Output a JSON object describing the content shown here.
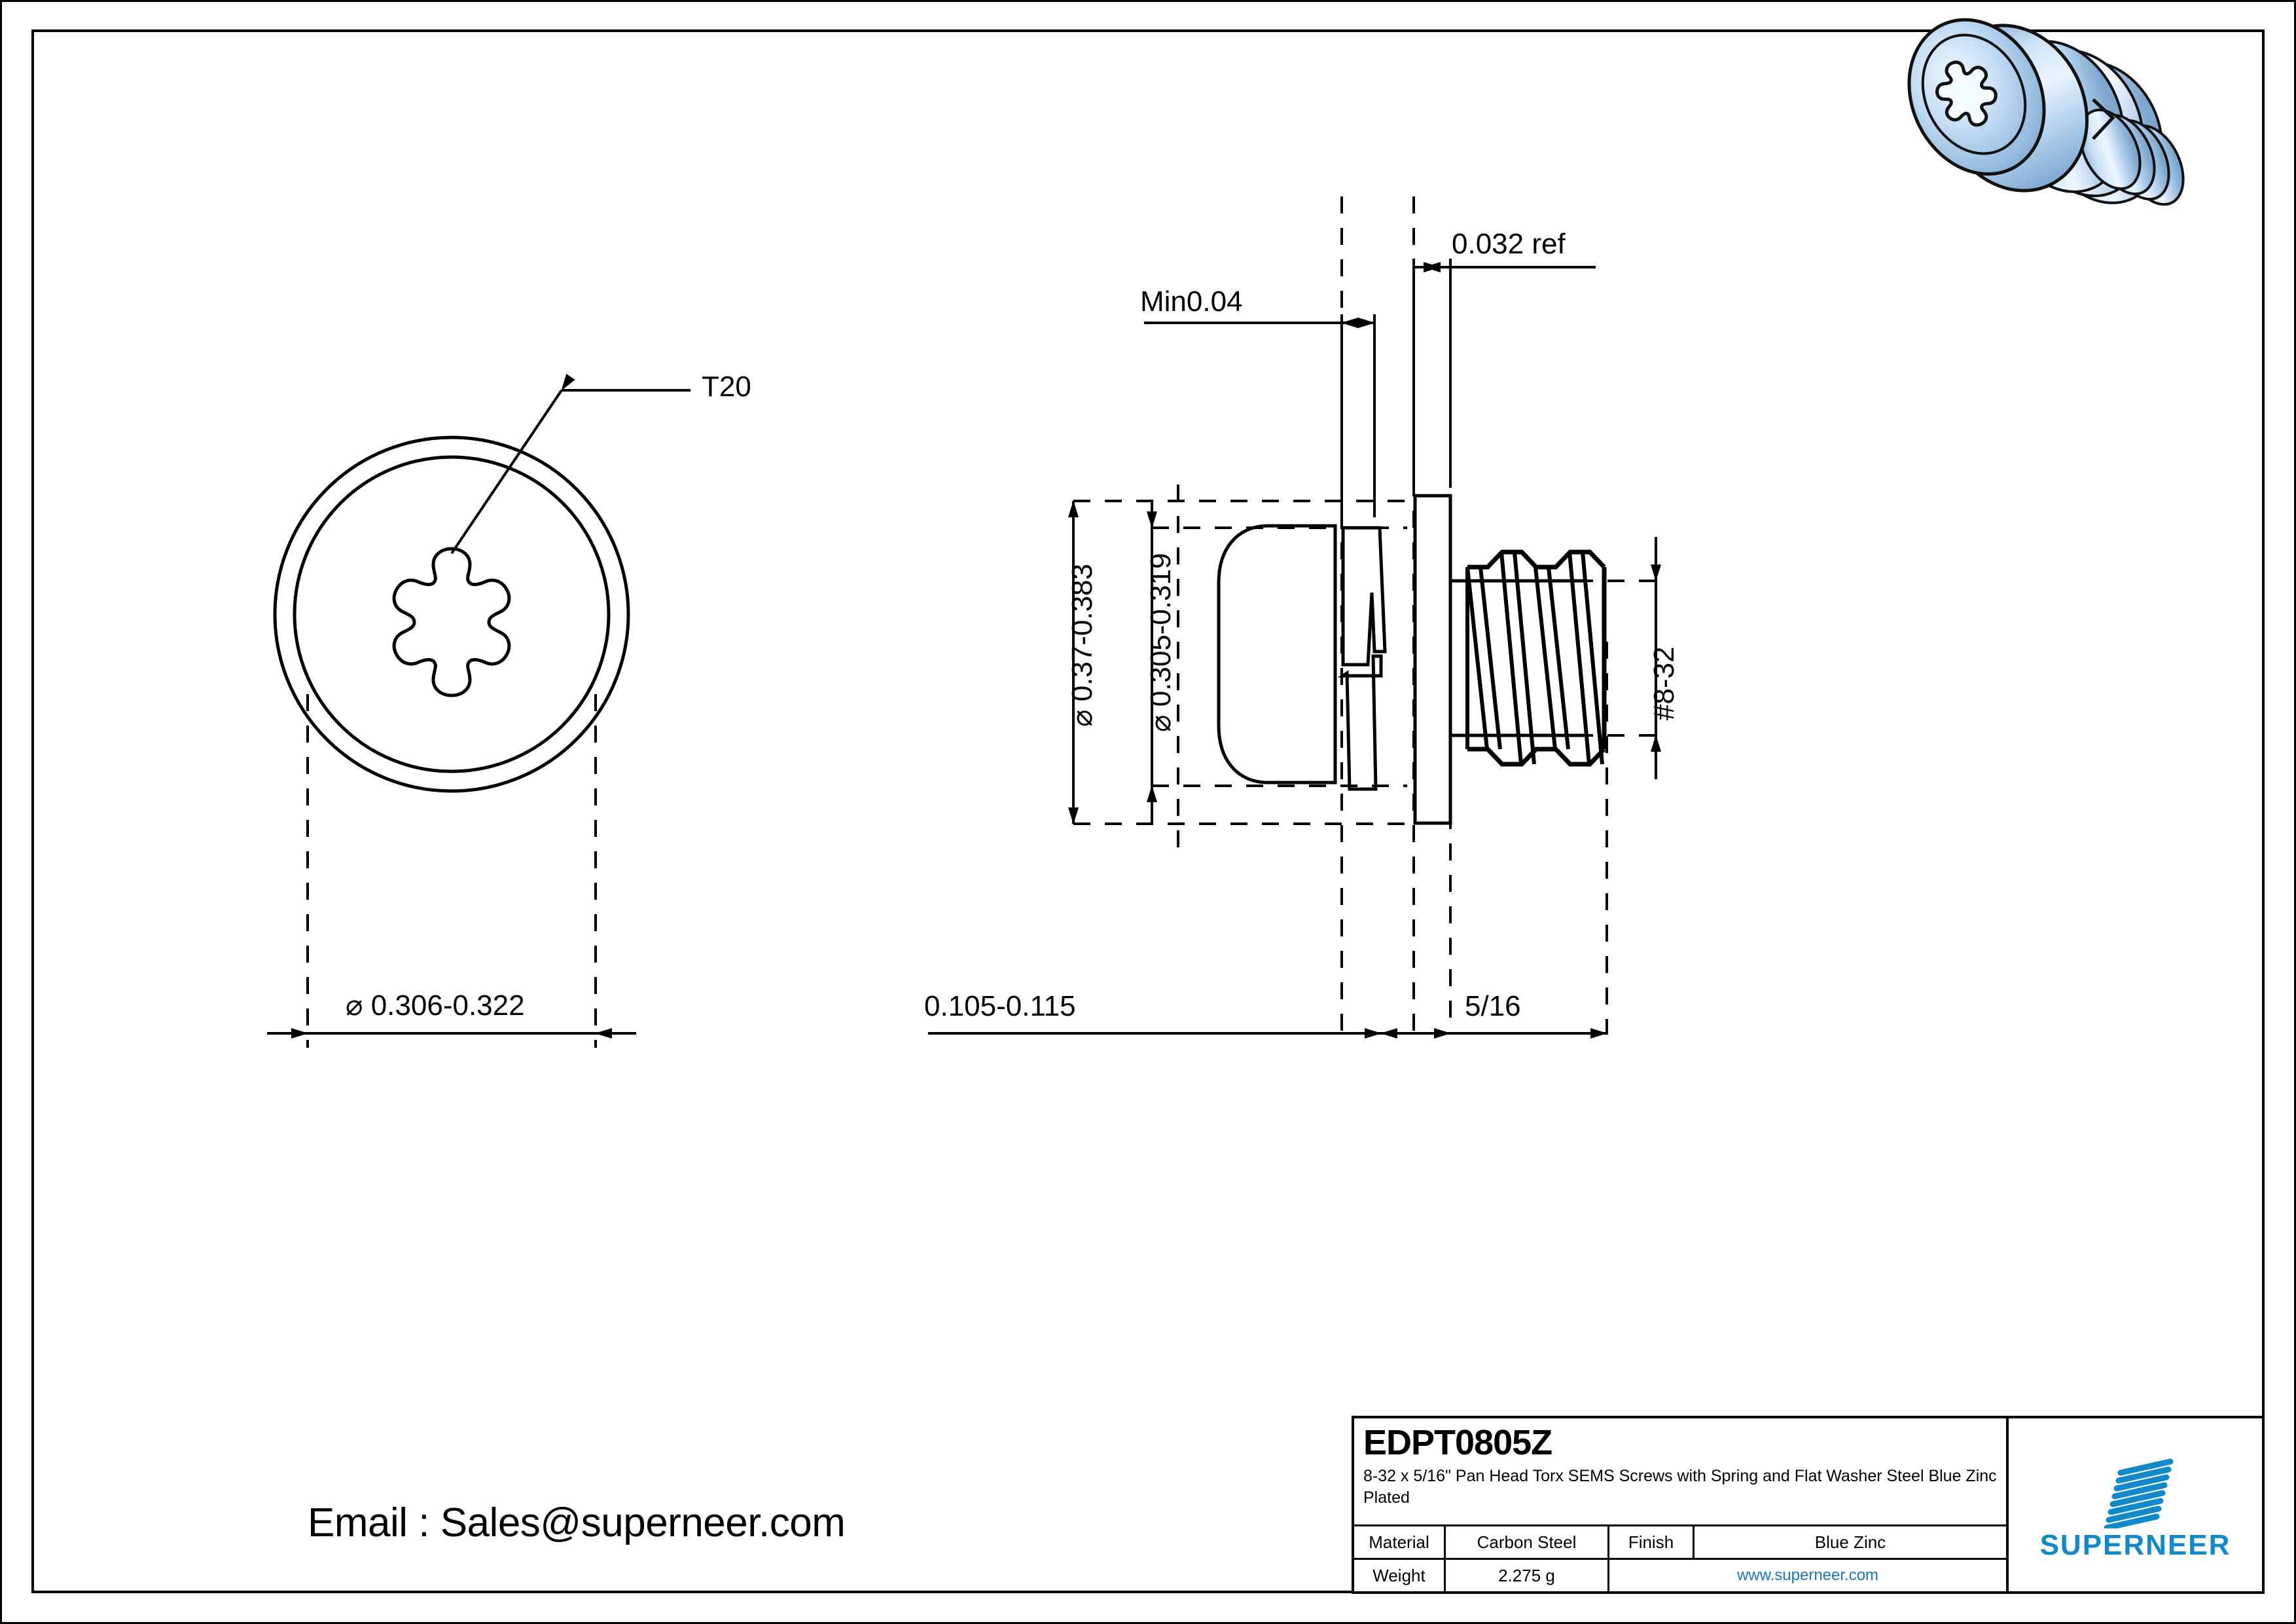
{
  "drawing": {
    "title_block": {
      "part_code": "EDPT0805Z",
      "description": "8-32 x 5/16\" Pan Head Torx SEMS Screws with Spring and Flat Washer Steel Blue Zinc Plated",
      "rows": [
        {
          "label": "Material",
          "value": "Carbon Steel",
          "label2": "Finish",
          "value2": "Blue Zinc"
        },
        {
          "label": "Weight",
          "value": "2.275 g",
          "website": "www.superneer.com"
        }
      ],
      "brand": "SUPERNEER",
      "brand_color": "#1289ca",
      "link_color": "#1877be"
    },
    "contact": {
      "email_line": "Email : Sales@superneer.com"
    },
    "views": {
      "front": {
        "name": "front-view",
        "drive_callout": "T20",
        "head_diameter": "⌀ 0.306-0.322",
        "torx_lobes": 6
      },
      "side": {
        "name": "side-view",
        "head_height_min": "Min0.04",
        "washer_thickness_ref": "0.032 ref",
        "flat_washer_od": "⌀ 0.37-0.383",
        "head_od": "⌀ 0.305-0.319",
        "thread_spec": "#8-32",
        "head_length": "0.105-0.115",
        "thread_length": "5/16"
      }
    },
    "render": {
      "name": "3d-screw-render",
      "body_color": "#a8c8e8",
      "highlight_color": "#e8f2fb",
      "shadow_color": "#7fa9d0"
    }
  }
}
